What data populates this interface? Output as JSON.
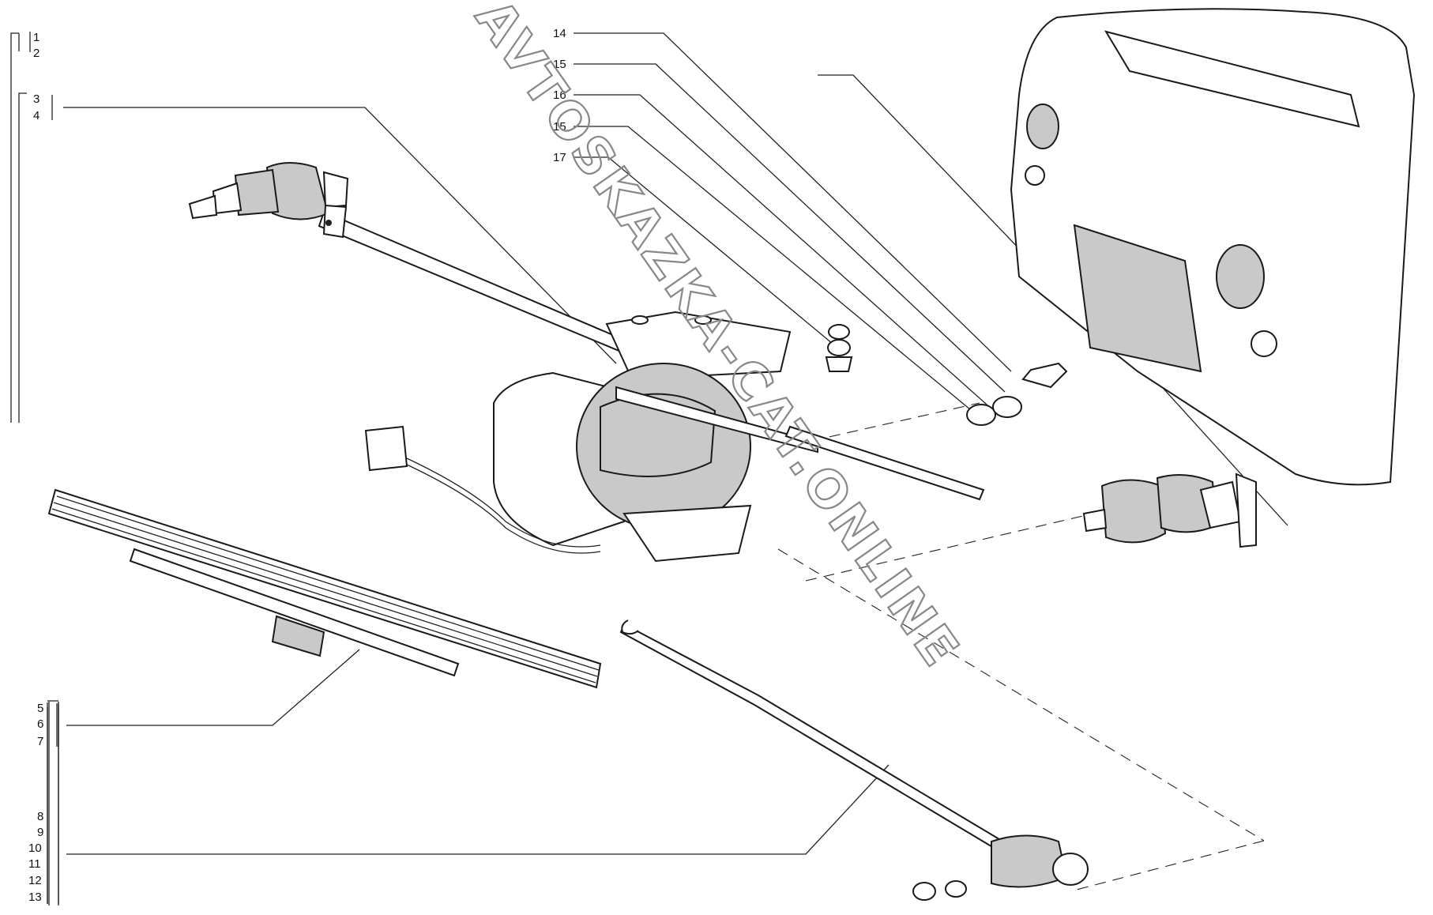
{
  "watermark": "AVTOSKAZKA-CAT.ONLINE",
  "callouts": {
    "group_1_2": [
      "1",
      "2"
    ],
    "group_3_4": [
      "3",
      "4"
    ],
    "group_5_7": [
      "5",
      "6",
      "7"
    ],
    "group_8_13": [
      "8",
      "9",
      "10",
      "11",
      "12",
      "13"
    ],
    "top": [
      "14",
      "15",
      "16",
      "15",
      "17"
    ]
  },
  "icons": {
    "motor": "wiper-motor-icon",
    "blade": "wiper-blade-icon",
    "arm": "wiper-arm-icon",
    "pivot": "pivot-shaft-icon",
    "connector": "electrical-connector-icon",
    "vehicle": "vehicle-front-icon"
  }
}
